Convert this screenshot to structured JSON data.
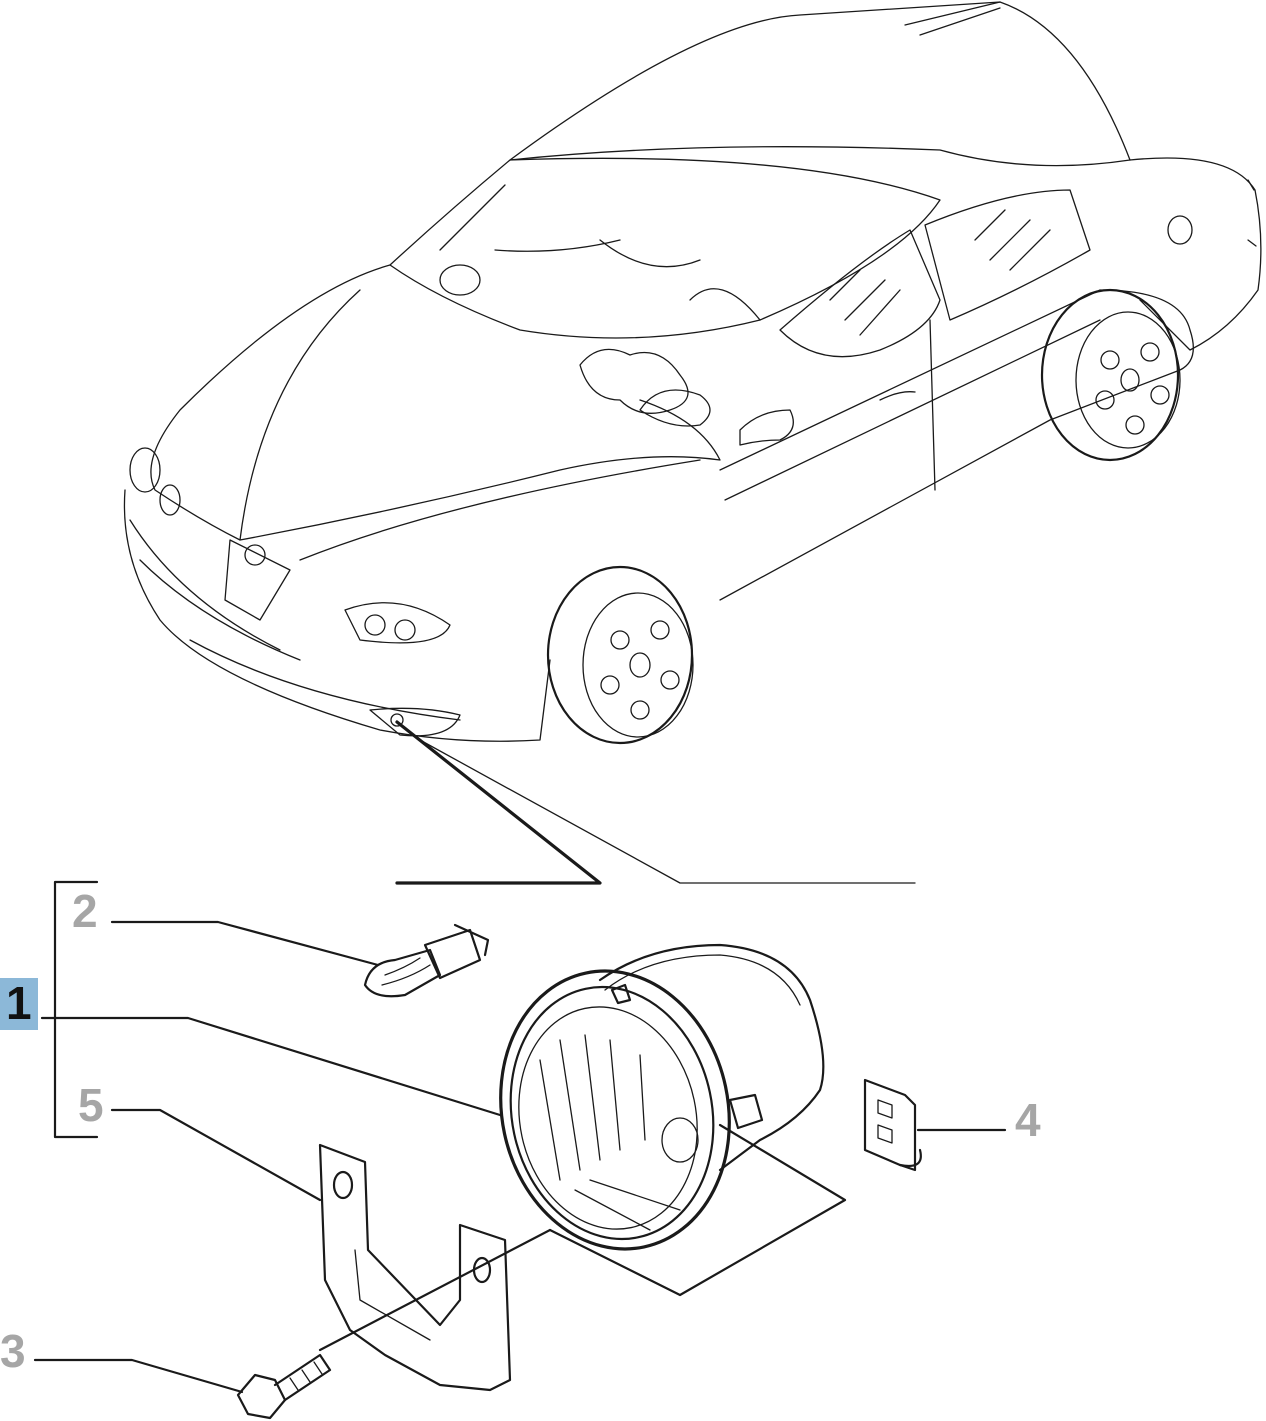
{
  "callouts": [
    {
      "id": "part-1",
      "label": "1",
      "highlighted": true
    },
    {
      "id": "part-2",
      "label": "2",
      "highlighted": false
    },
    {
      "id": "part-3",
      "label": "3",
      "highlighted": false
    },
    {
      "id": "part-4",
      "label": "4",
      "highlighted": false
    },
    {
      "id": "part-5",
      "label": "5",
      "highlighted": false
    }
  ],
  "colors": {
    "line": "#1a1a1a",
    "callout_text": "#a6a6a6",
    "highlight_bg": "#8cb8d8",
    "highlight_text": "#111111",
    "background": "#ffffff"
  }
}
